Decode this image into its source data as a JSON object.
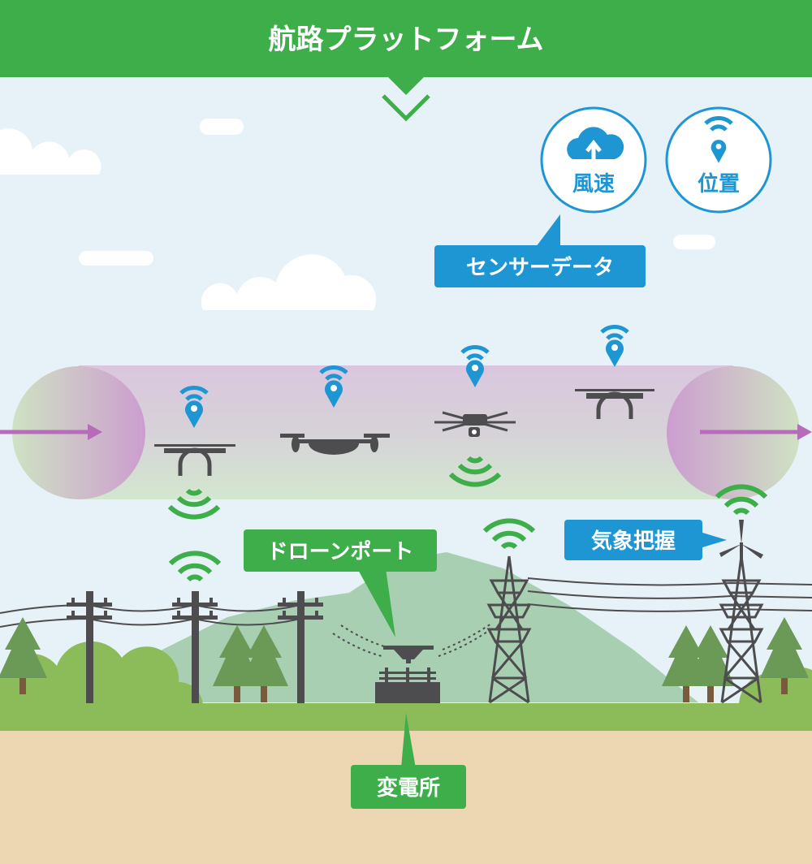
{
  "header": {
    "title": "航路プラットフォーム"
  },
  "sensors": {
    "wind_speed": "風速",
    "position": "位置",
    "sensor_data_label": "センサーデータ"
  },
  "labels": {
    "drone_port": "ドローンポート",
    "weather": "気象把握",
    "substation": "変電所"
  },
  "colors": {
    "green": "#3dae49",
    "blue": "#1e96d3",
    "sky": "#e6f2f7",
    "ground": "#edd6b2",
    "grass": "#8cbb5a",
    "dark": "#4d4d4f",
    "arrow": "#b66cb8"
  }
}
